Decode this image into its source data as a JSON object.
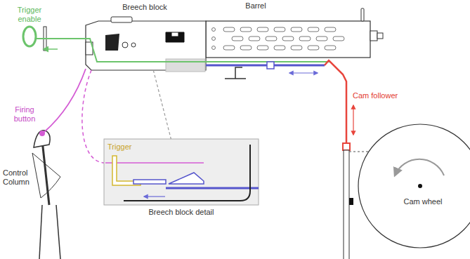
{
  "diagram": {
    "nodes": [
      {
        "text": [
          "Breech block"
        ]
      },
      {
        "text": [
          "Barrel"
        ]
      },
      {
        "text": [
          "Breech block detail"
        ]
      },
      {
        "text": [
          "Cam wheel"
        ]
      }
    ],
    "edges": [
      {
        "from": 0,
        "to": 2,
        "arrow": "none"
      }
    ],
    "labels": [
      "Trigger enable",
      "Firing button",
      "Control Column",
      "Cam follower",
      "Trigger"
    ]
  }
}
